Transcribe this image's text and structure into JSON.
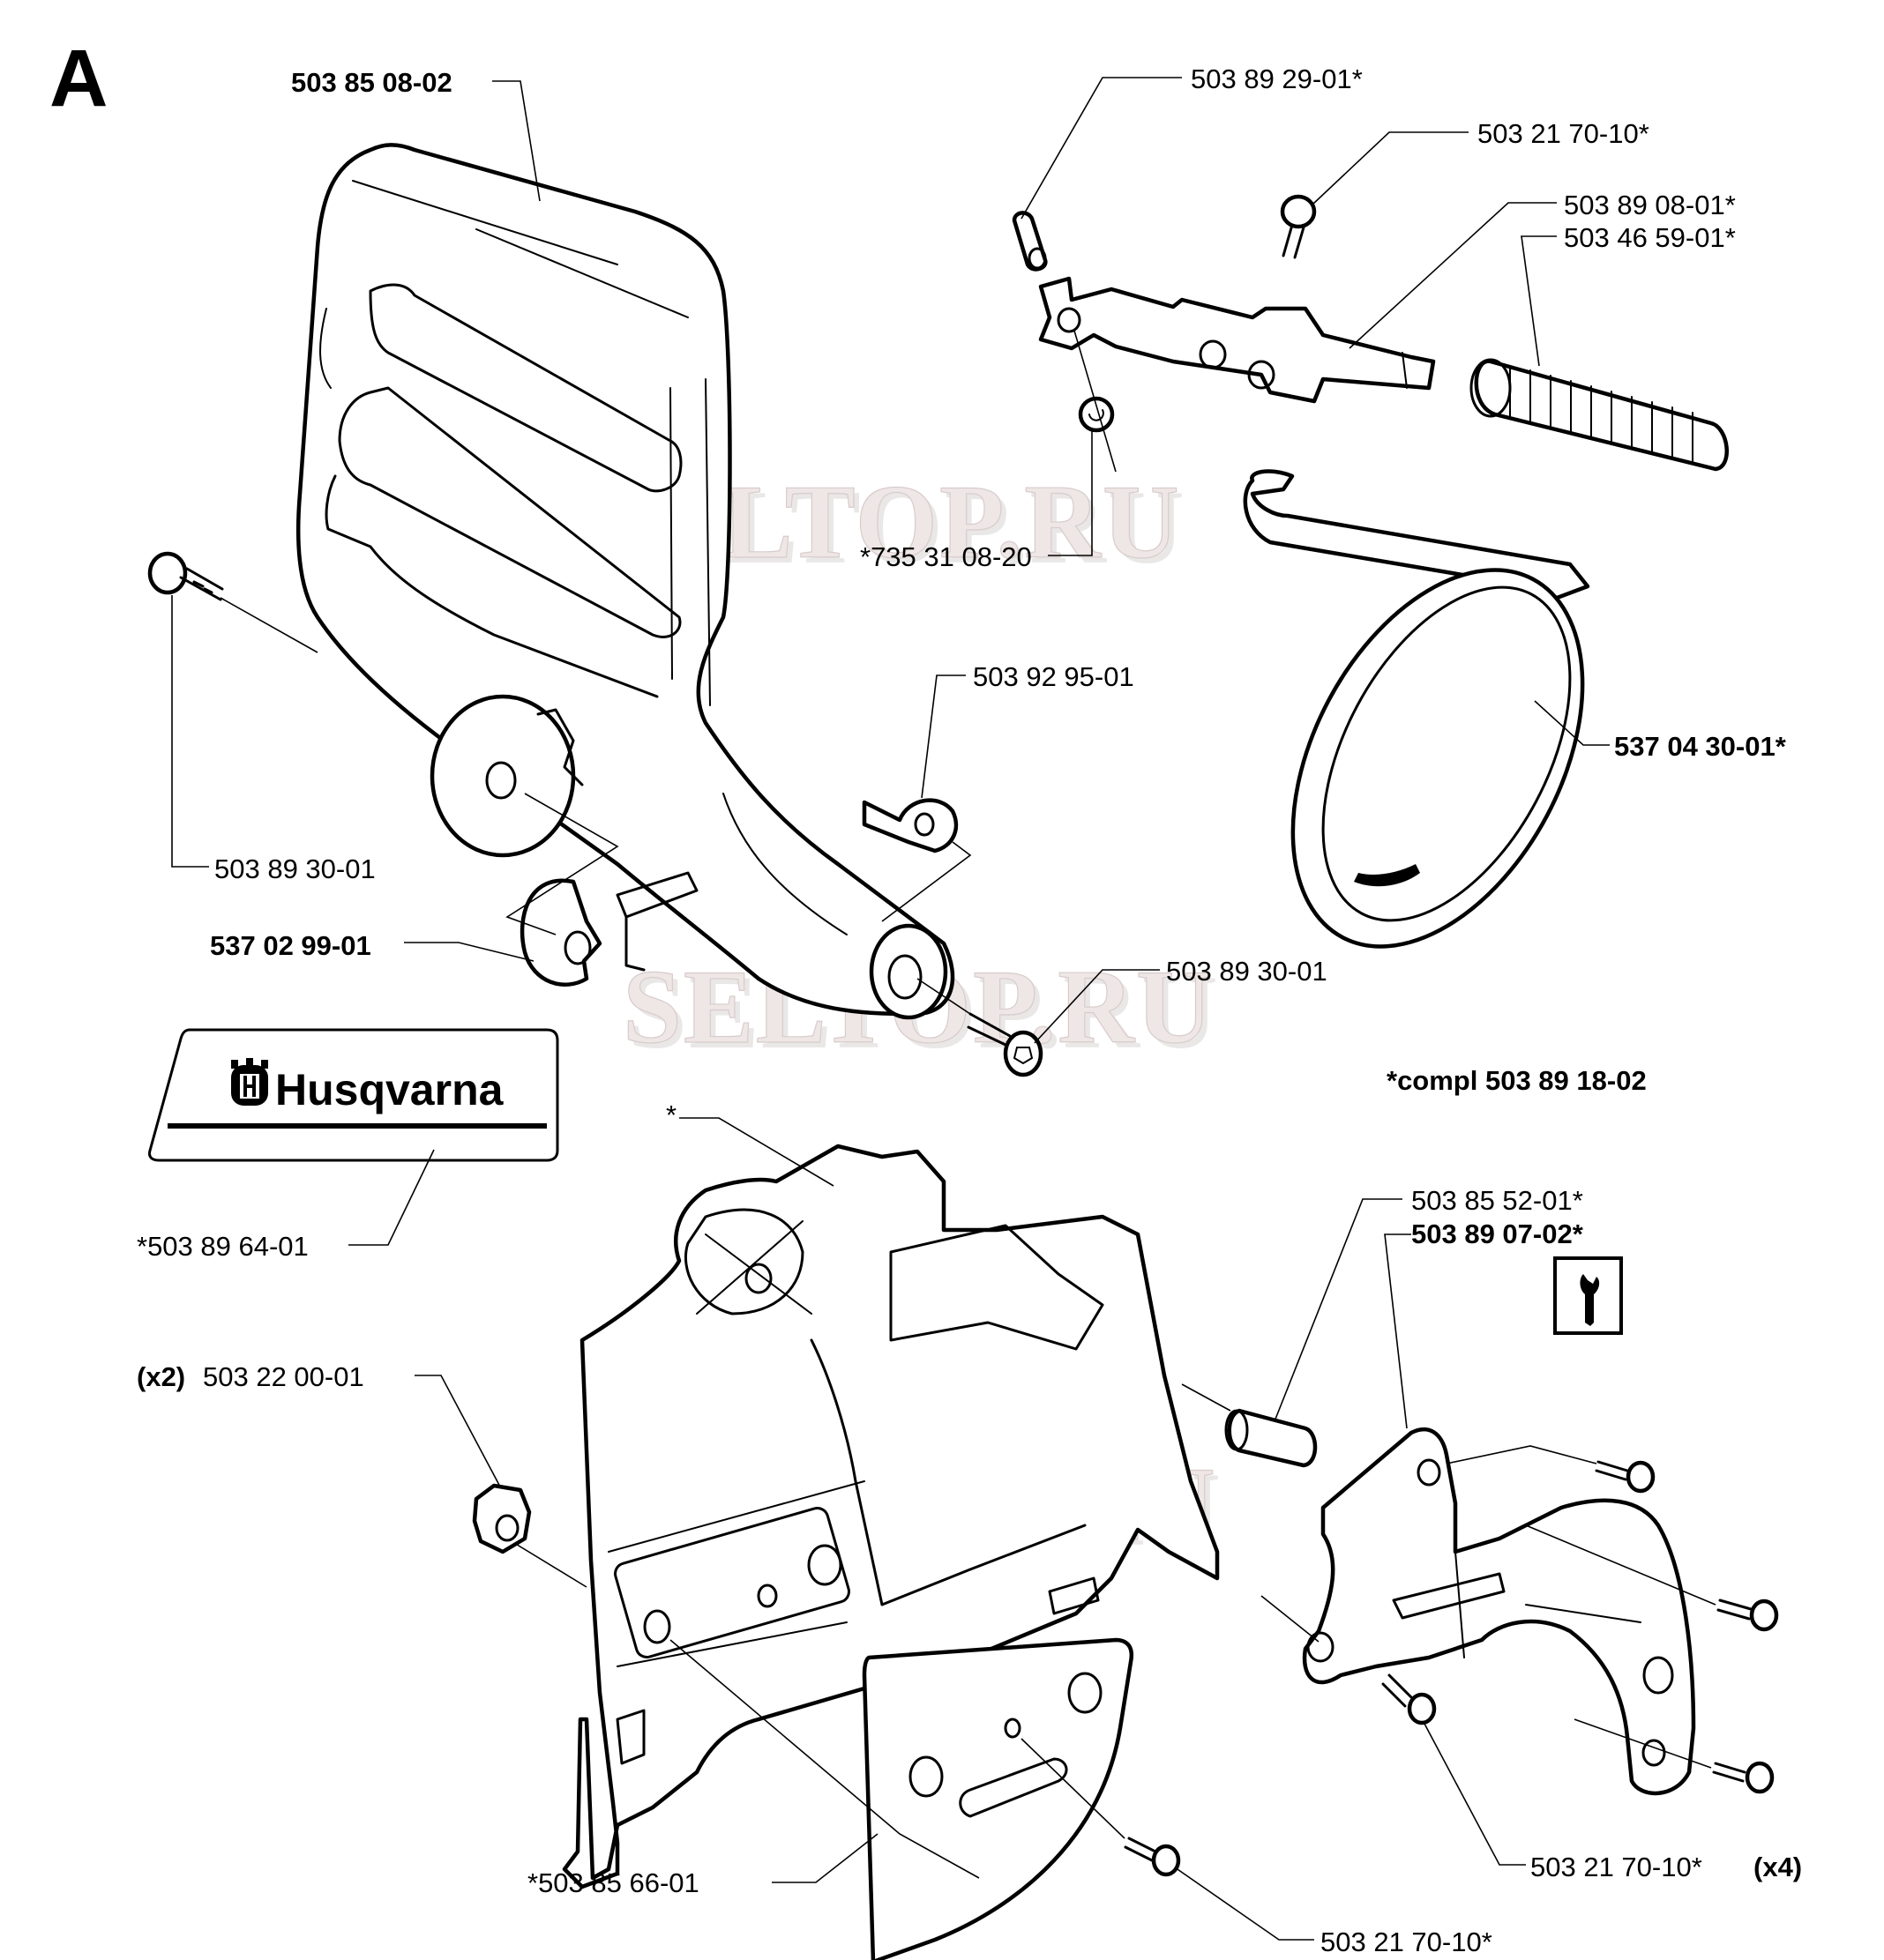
{
  "diagram": {
    "section_letter": "A",
    "watermark": "SELTOP.RU",
    "brand_logo": "Husqvarna",
    "wrench_icon": "wrench-icon",
    "compl_note": "*compl 503 89 18-02",
    "labels": {
      "chain_brake_handle": "503 85 08-02",
      "pin": "503 89 29-01*",
      "screw_top": "503 21 70-10*",
      "brake_lever": "503 89 08-01*",
      "spring": "503 46 59-01*",
      "circlip": "*735 31 08-20",
      "retainer": "503 92 95-01",
      "brake_band": "537 04 30-01*",
      "screw_left": "503 89 30-01",
      "washer": "537 02 99-01",
      "screw_right": "503 89 30-01",
      "decal": "*503 89 64-01",
      "cover_star": "*",
      "bushing": "503 85 52-01*",
      "chain_catcher_cover": "503 89 07-02*",
      "nut_qty": "(x2)",
      "nut": "503 22 00-01",
      "bar_plate": "*503 85 66-01",
      "screws_x4": "503 21 70-10*",
      "screws_x4_qty": "(x4)",
      "screw_bottom": "503 21 70-10*"
    }
  }
}
